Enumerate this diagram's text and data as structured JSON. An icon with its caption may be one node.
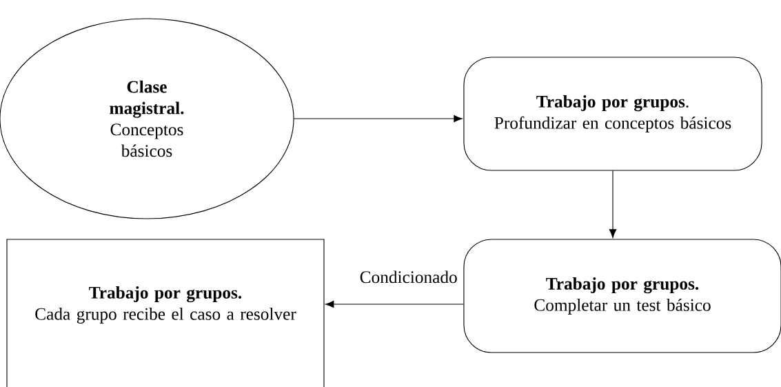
{
  "diagram": {
    "nodes": [
      {
        "text": [
          "Clase magistral.",
          "Conceptos básicos"
        ]
      },
      {
        "text": [
          "**Trabajo por grupos**.",
          "Profundizar en conceptos básicos"
        ]
      },
      {
        "text": [
          "Trabajo por grupos.",
          "Cada grupo recibe el caso a resolver"
        ]
      },
      {
        "text": [
          "Trabajo por grupos.",
          "Completar un test básico"
        ]
      }
    ],
    "edges": [
      {
        "from": 0,
        "to": 1,
        "arrow": "to"
      },
      {
        "from": 1,
        "to": 3,
        "arrow": "to"
      },
      {
        "from": 3,
        "to": 2,
        "arrow": "to",
        "label": "Condicionado"
      }
    ]
  }
}
